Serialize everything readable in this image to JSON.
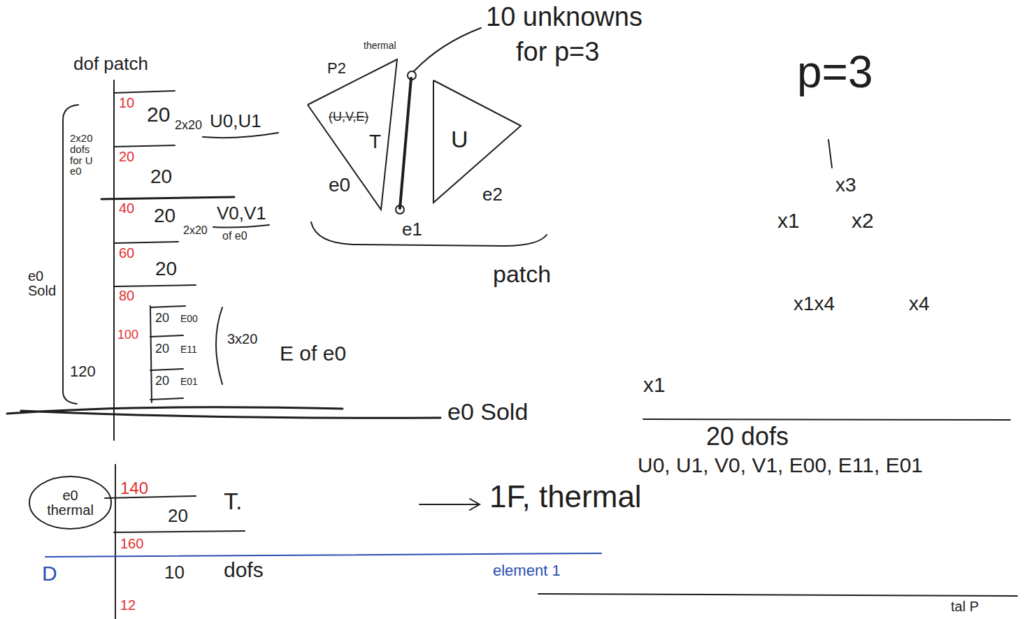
{
  "diagram": {
    "nodes": [
      {
        "text": [
          "(U,V,E)",
          "T"
        ]
      },
      {
        "text": [
          "U"
        ]
      },
      {
        "text": [
          "e0 thermal"
        ]
      }
    ],
    "labels": [
      "10 unknowns",
      "for p=3",
      "dof patch",
      "2x20 dofs for U e0",
      "e0 Sold",
      "10",
      "20",
      "40",
      "60",
      "80",
      "100",
      "120",
      "20",
      "2x20",
      "U0,U1",
      "20",
      "20",
      "2x20",
      "V0,V1",
      "of e0",
      "20",
      "20",
      "E00",
      "20",
      "E11",
      "3x20",
      "20",
      "E01",
      "E of e0",
      "e0 Sold",
      "140",
      "20",
      "T.",
      "1F, thermal",
      "160",
      "D",
      "10",
      "dofs",
      "element 1",
      "12",
      "P2",
      "thermal",
      "e0",
      "e1",
      "e2",
      "patch",
      "p=3",
      "x3",
      "x1",
      "x2",
      "x1x4",
      "x4",
      "x1",
      "20 dofs",
      "U0, U1, V0, V1, E00, E11, E01",
      "tal P"
    ]
  }
}
